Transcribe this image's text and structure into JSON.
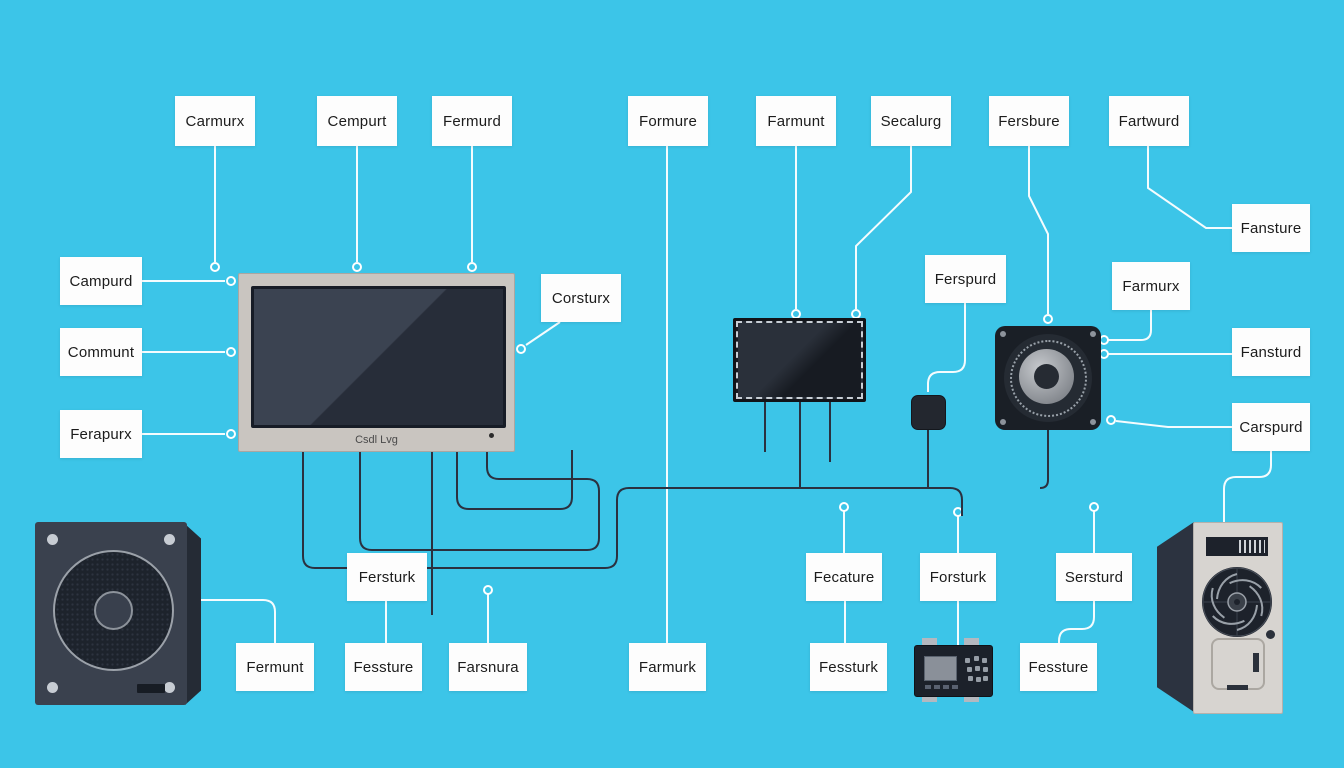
{
  "colors": {
    "background": "#3cc5e8",
    "line_light": "#ffffff",
    "line_dark": "#2b3140",
    "label_box_bg": "#fdfdfd",
    "label_text": "#1c1c1c",
    "device_dark": "#1d232c",
    "device_gray": "#c9c5c0"
  },
  "labels": [
    {
      "id": "carmurx",
      "text": "Carmurx"
    },
    {
      "id": "cempurt",
      "text": "Cempurt"
    },
    {
      "id": "fermurd",
      "text": "Fermurd"
    },
    {
      "id": "formure",
      "text": "Formure"
    },
    {
      "id": "farmunt",
      "text": "Farmunt"
    },
    {
      "id": "secalurg",
      "text": "Secalurg"
    },
    {
      "id": "fersbure",
      "text": "Fersbure"
    },
    {
      "id": "fartwurd",
      "text": "Fartwurd"
    },
    {
      "id": "campurd",
      "text": "Campurd"
    },
    {
      "id": "communt",
      "text": "Communt"
    },
    {
      "id": "ferapurx",
      "text": "Ferapurx"
    },
    {
      "id": "corsturx",
      "text": "Corsturx"
    },
    {
      "id": "ferspurd",
      "text": "Ferspurd"
    },
    {
      "id": "farmurx",
      "text": "Farmurx"
    },
    {
      "id": "fansture",
      "text": "Fansture"
    },
    {
      "id": "fansturd",
      "text": "Fansturd"
    },
    {
      "id": "carspurd",
      "text": "Carspurd"
    },
    {
      "id": "fersturk",
      "text": "Fersturk"
    },
    {
      "id": "fecature",
      "text": "Fecature"
    },
    {
      "id": "forsturk",
      "text": "Forsturk"
    },
    {
      "id": "sersturd",
      "text": "Sersturd"
    },
    {
      "id": "fermunt",
      "text": "Fermunt"
    },
    {
      "id": "fessture_left",
      "text": "Fessture"
    },
    {
      "id": "farsnura",
      "text": "Farsnura"
    },
    {
      "id": "farmurk",
      "text": "Farmurk"
    },
    {
      "id": "fessturk",
      "text": "Fessturk"
    },
    {
      "id": "fessture_right",
      "text": "Fessture"
    }
  ],
  "monitor": {
    "brand_text": "Csdl Lvg"
  },
  "devices": [
    "monitor",
    "speaker",
    "led-panel",
    "control-box",
    "fan",
    "controller-board",
    "pc-tower"
  ]
}
